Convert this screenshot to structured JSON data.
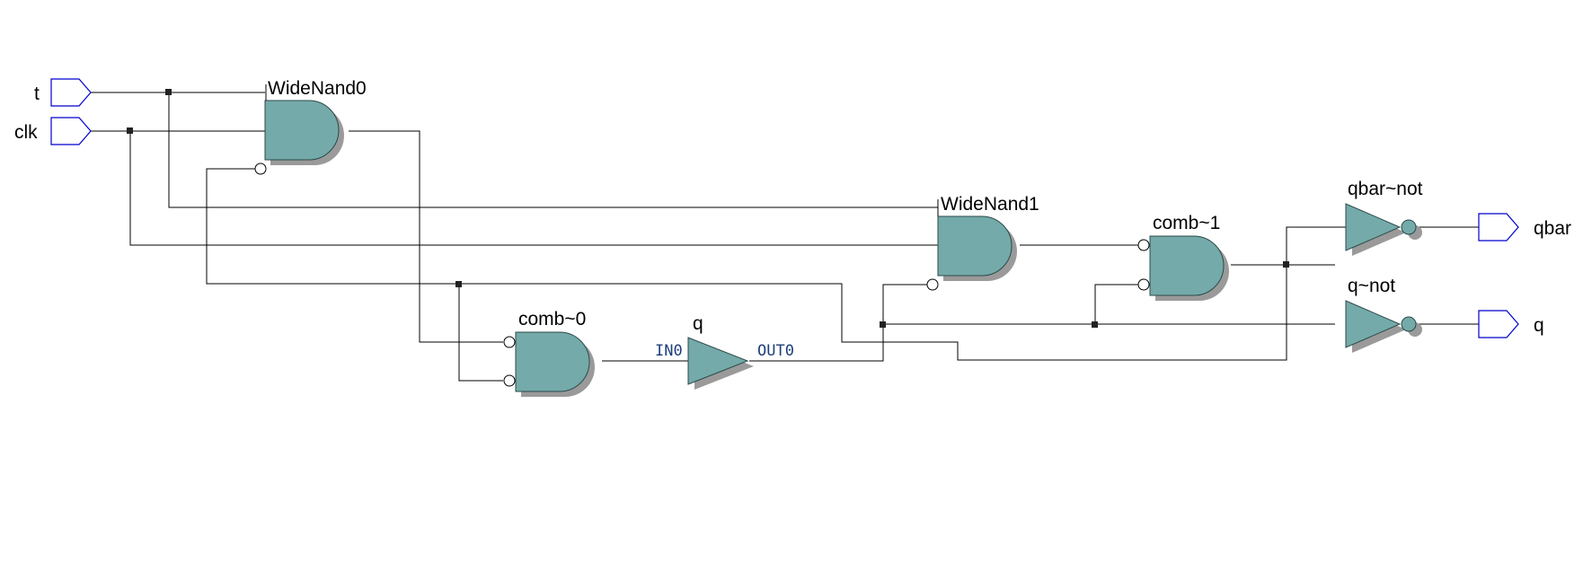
{
  "ports": {
    "inputs": [
      {
        "name": "t"
      },
      {
        "name": "clk"
      }
    ],
    "outputs": [
      {
        "name": "qbar"
      },
      {
        "name": "q"
      }
    ]
  },
  "gates": {
    "widenand0": {
      "name": "WideNand0",
      "type": "AND"
    },
    "widenand1": {
      "name": "WideNand1",
      "type": "AND"
    },
    "comb0": {
      "name": "comb~0",
      "type": "AND"
    },
    "comb1": {
      "name": "comb~1",
      "type": "AND"
    },
    "qbuf": {
      "name": "q",
      "type": "BUFFER",
      "in_pin": "IN0",
      "out_pin": "OUT0"
    },
    "qbarnot": {
      "name": "qbar~not",
      "type": "NOT"
    },
    "qnot": {
      "name": "q~not",
      "type": "NOT"
    }
  },
  "colors": {
    "gate_fill": "#74aaa9",
    "port_stroke": "#0000cc",
    "wire": "#000000"
  }
}
